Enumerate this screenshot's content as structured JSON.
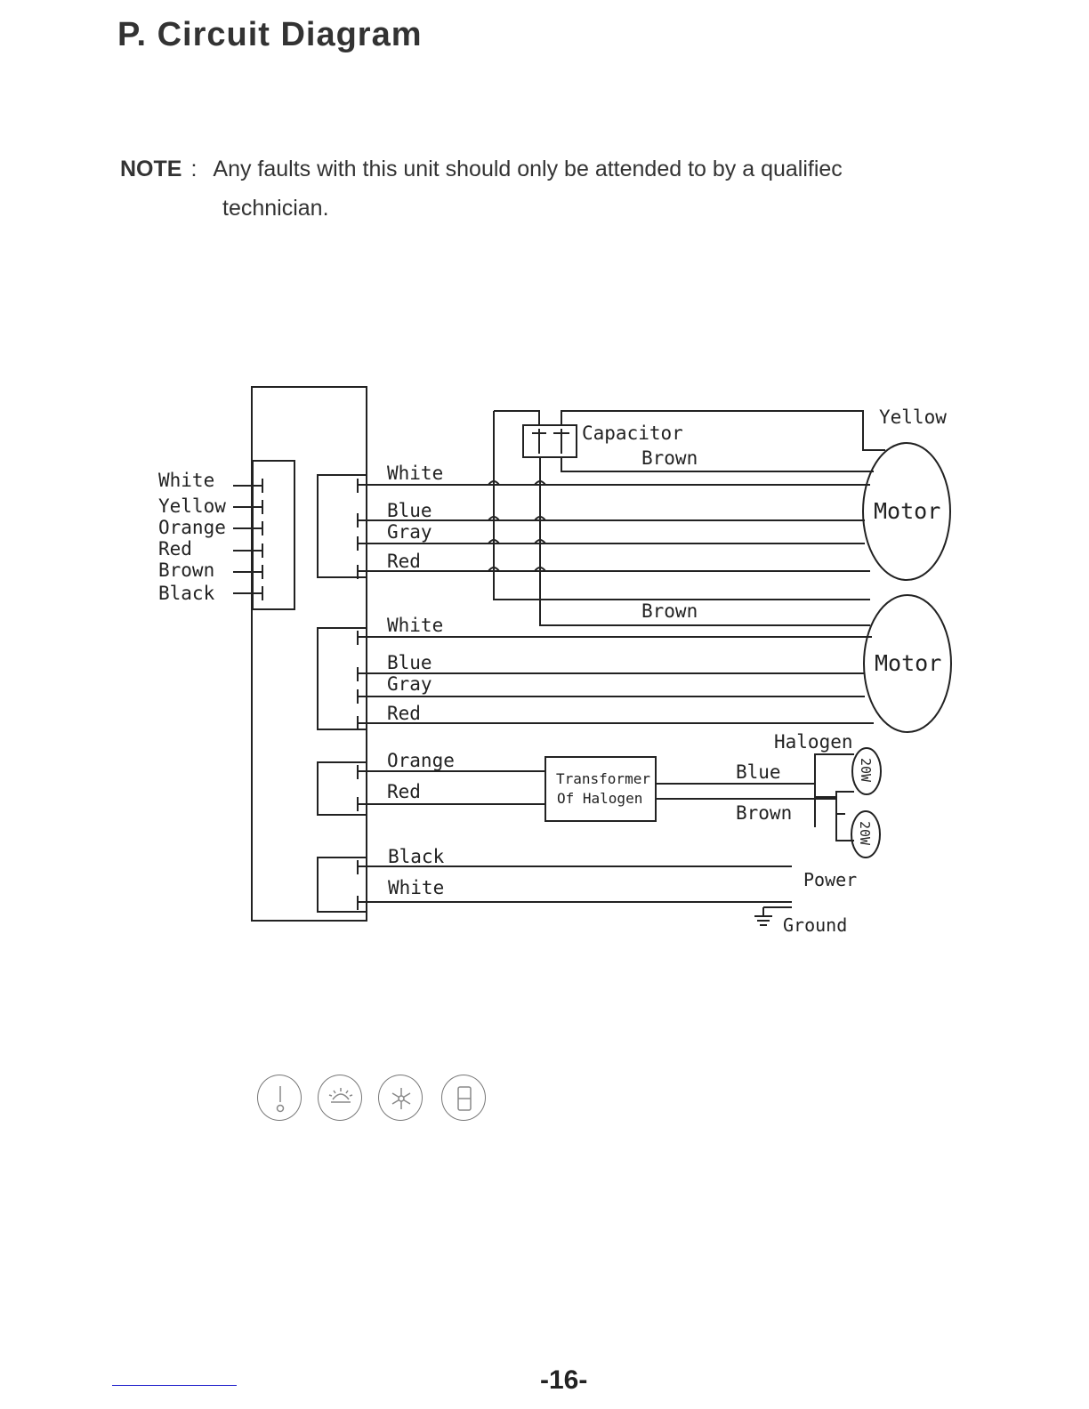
{
  "title": "P. Circuit Diagram",
  "note": {
    "label": "NOTE",
    "colon": ":",
    "line1": "Any faults with this unit should only be attended to by a qualifiec",
    "line2": "technician."
  },
  "diagram": {
    "left_labels": [
      "White",
      "Yellow",
      "Orange",
      "Red",
      "Brown",
      "Black"
    ],
    "group1_labels": [
      "White",
      "Blue",
      "Gray",
      "Red"
    ],
    "group2_labels": [
      "White",
      "Blue",
      "Gray",
      "Red"
    ],
    "group3_labels": [
      "Orange",
      "Red"
    ],
    "group4_labels": [
      "Black",
      "White"
    ],
    "capacitor": "Capacitor",
    "yellow": "Yellow",
    "brown_top": "Brown",
    "brown_mid": "Brown",
    "motor1": "Motor",
    "motor2": "Motor",
    "transformer_line1": "Transformer",
    "transformer_line2": "Of Halogen",
    "halogen": "Halogen",
    "halogen_blue": "Blue",
    "halogen_brown": "Brown",
    "lamp1": "20W",
    "lamp2": "20W",
    "power": "Power",
    "ground": "Ground"
  },
  "controls": [
    {
      "icon": "power-icon"
    },
    {
      "icon": "light-icon"
    },
    {
      "icon": "fan-icon"
    },
    {
      "icon": "timer-icon"
    }
  ],
  "page_number": "-16-"
}
